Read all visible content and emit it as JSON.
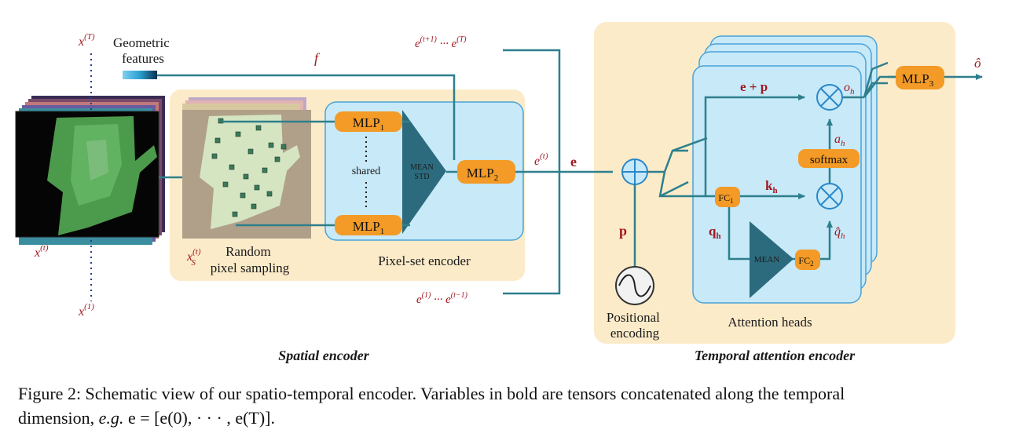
{
  "labels": {
    "x_T": "x(T)",
    "x_t": "x(t)",
    "x_1": "x(1)",
    "x_S_t": "xS(t)",
    "geometric_features": [
      "Geometric",
      "features"
    ],
    "f": "f",
    "random_pixel_sampling": [
      "Random",
      "pixel sampling"
    ],
    "pixel_set_encoder": "Pixel-set encoder",
    "mlp1_top": "MLP1",
    "mlp1_bottom": "MLP1",
    "shared": "shared",
    "mean": "MEAN",
    "std": "STD",
    "mlp2": "MLP2",
    "e_t": "e(t)",
    "e_later": "e(t+1) ··· e(T)",
    "e_earlier": "e(1) ··· e(t−1)",
    "e_bold": "e",
    "p_bold": "p",
    "positional_encoding": [
      "Positional",
      "encoding"
    ],
    "e_plus_p": "e + p",
    "o_h": "oh",
    "a_h": "ah",
    "softmax": "softmax",
    "k_h": "kh",
    "fc1": "FC1",
    "q_h": "qh",
    "q_hat_h": "q̂h",
    "attn_mean": "MEAN",
    "fc2": "FC2",
    "attention_heads": "Attention heads",
    "mlp3": "MLP3",
    "o_hat": "ô",
    "spatial_encoder": "Spatial encoder",
    "temporal_attention_encoder": "Temporal attention encoder"
  },
  "caption": {
    "line1": "Figure 2: Schematic view of our spatio-temporal encoder. Variables in bold are tensors concatenated along the temporal",
    "line2_prefix": "dimension, ",
    "line2_eg": "e.g.",
    "line2_rest": " e = [e(0), · · · , e(T)]."
  }
}
